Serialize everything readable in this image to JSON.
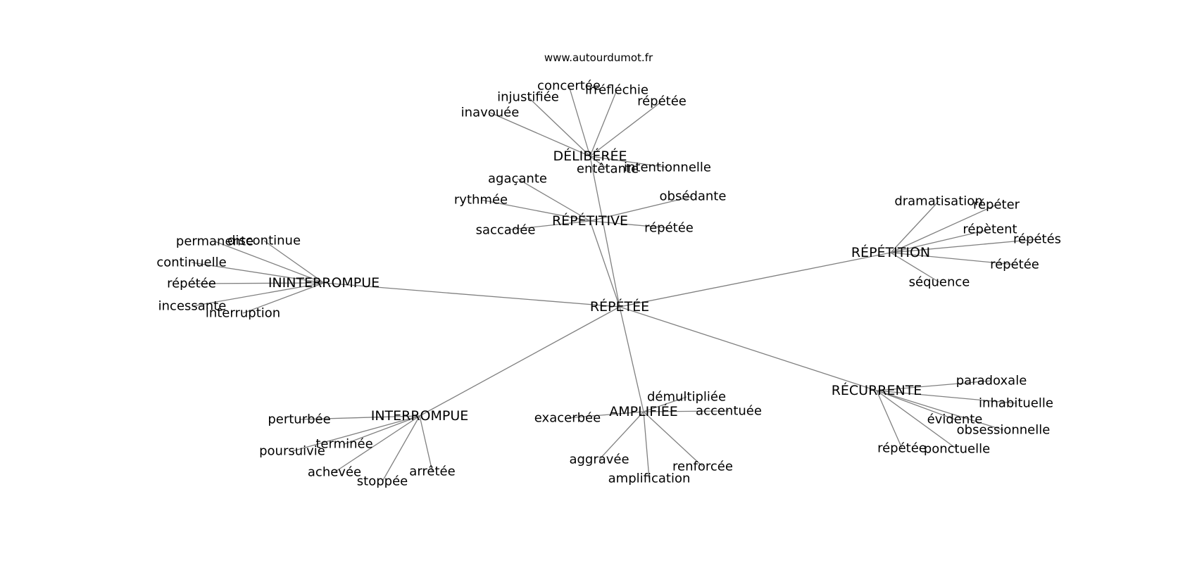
{
  "source": "www.autourdumot.fr",
  "center": "RÉPÉTÉE",
  "clusters": [
    {
      "id": "deliberee",
      "label": "DÉLIBÉRÉE",
      "words": [
        "concertée",
        "irréfléchie",
        "injustifiée",
        "répétée",
        "inavouée",
        "entêtante",
        "intentionnelle"
      ]
    },
    {
      "id": "repetitive",
      "label": "RÉPÉTITIVE",
      "words": [
        "agaçante",
        "obsédante",
        "rythmée",
        "saccadée",
        "répétée"
      ]
    },
    {
      "id": "repetition",
      "label": "RÉPÉTITION",
      "words": [
        "dramatisation",
        "répéter",
        "répètent",
        "répétés",
        "répétée",
        "séquence"
      ]
    },
    {
      "id": "ininterrompue",
      "label": "ININTERROMPUE",
      "words": [
        "permanente",
        "discontinue",
        "continuelle",
        "répétée",
        "incessante",
        "interruption"
      ]
    },
    {
      "id": "interrompue",
      "label": "INTERROMPUE",
      "words": [
        "perturbée",
        "terminée",
        "poursuivie",
        "achevée",
        "stoppée",
        "arrêtée"
      ]
    },
    {
      "id": "amplifiee",
      "label": "AMPLIFIÉE",
      "words": [
        "démultipliée",
        "exacerbée",
        "accentuée",
        "aggravée",
        "renforcée",
        "amplification"
      ]
    },
    {
      "id": "recurrente",
      "label": "RÉCURRENTE",
      "words": [
        "paradoxale",
        "inhabituelle",
        "évidente",
        "obsessionnelle",
        "répétée",
        "ponctuelle"
      ]
    }
  ]
}
